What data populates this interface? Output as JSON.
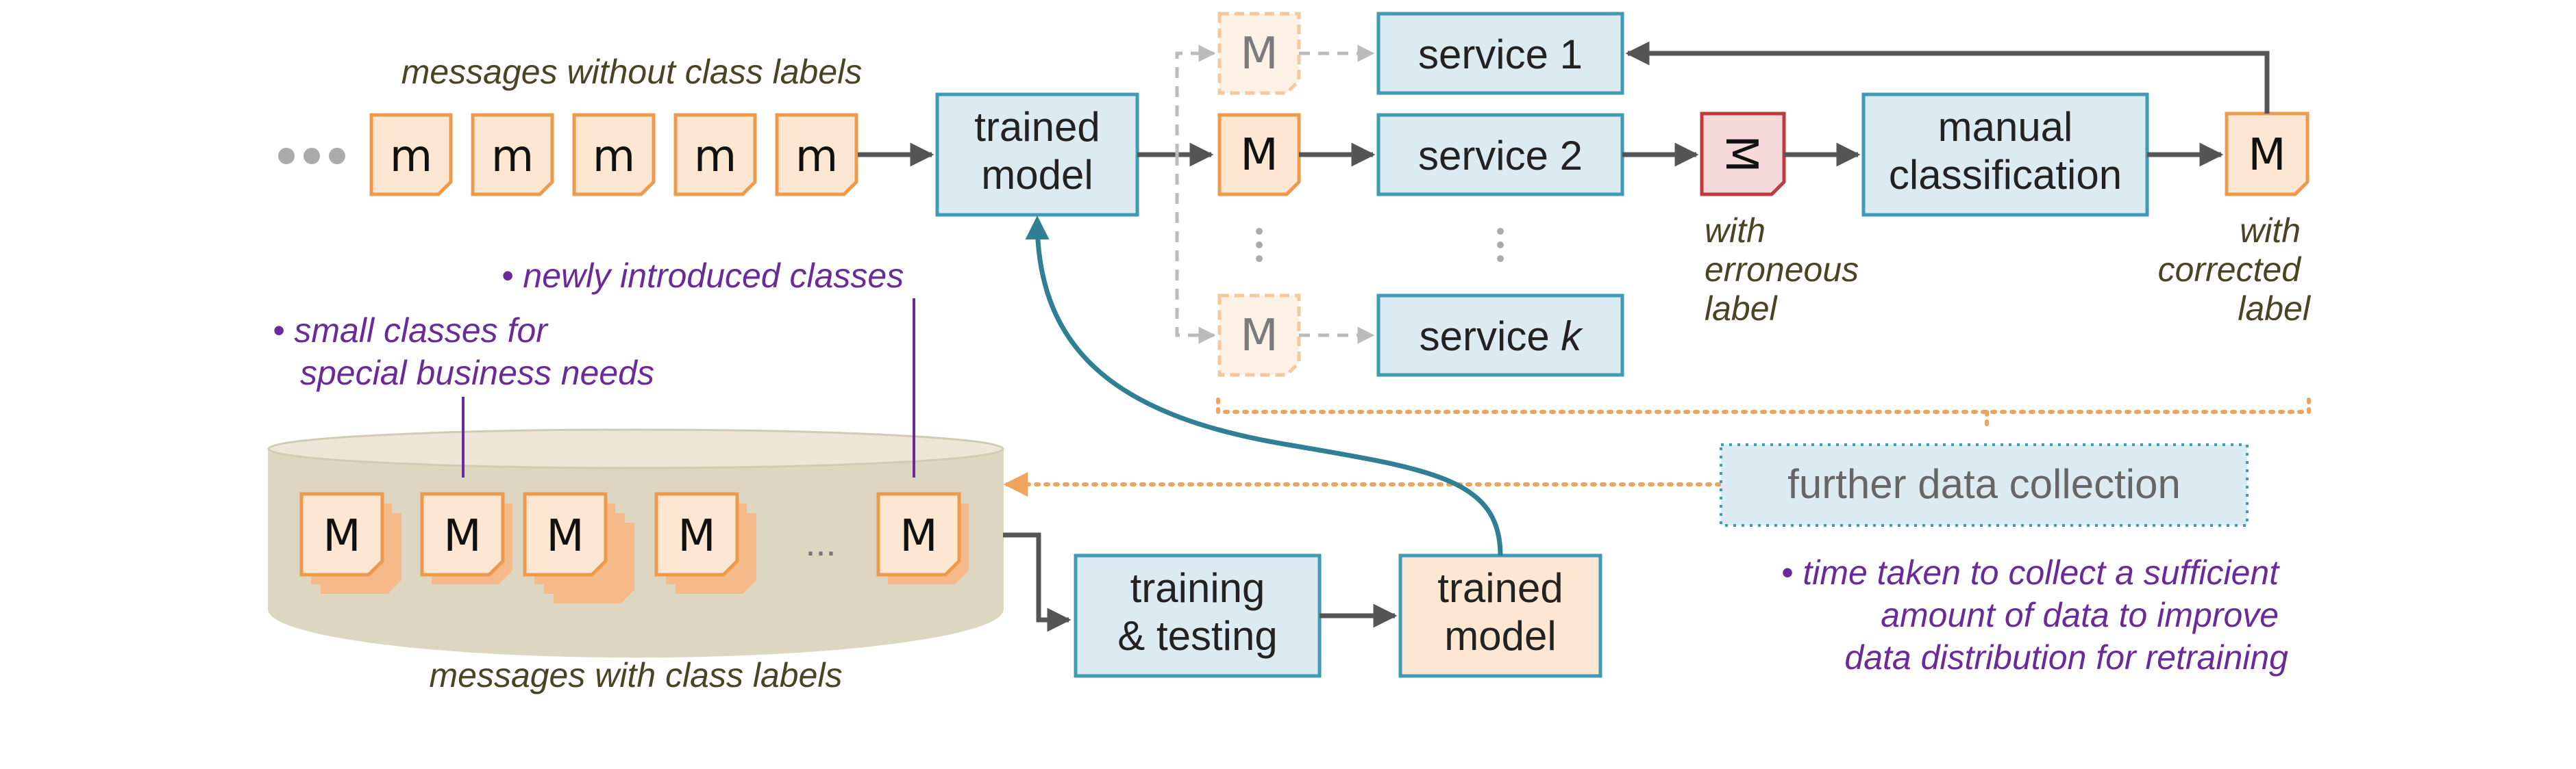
{
  "colors": {
    "box_blue_fill": "#dcebf2",
    "box_blue_stroke": "#3f9ab5",
    "doc_fill": "#fde6d2",
    "doc_stroke": "#ee9a4d",
    "doc_shadow": "#f6b98a",
    "error_fill": "#f6d9da",
    "error_stroke": "#c0393d",
    "purple": "#6b2a9a",
    "olive": "#4a4426",
    "teal_arrow": "#2f7f95",
    "orange_dotted": "#f0a35d",
    "db_fill": "#ddd6c1"
  },
  "icons": {
    "ellipsis": "more-dots-icon",
    "vertical_ellipsis": "vertical-dots-icon"
  },
  "top_row": {
    "label_unlabeled": "messages without class labels",
    "lowercase_m": "m",
    "incoming_count": 5,
    "trained_model": [
      "trained",
      "model"
    ]
  },
  "services": {
    "doc_M": "M",
    "service1": "service 1",
    "service2": "service 2",
    "service_k_prefix": "service ",
    "service_k_var": "k"
  },
  "correction": {
    "erroneous_doc": "M",
    "erroneous_label": [
      "with",
      "erroneous",
      "label"
    ],
    "manual": [
      "manual",
      "classification"
    ],
    "corrected_doc": "M",
    "corrected_label": [
      "with",
      "corrected",
      "label"
    ]
  },
  "annotations": {
    "new_classes": "• newly introduced classes",
    "small_classes": [
      "• small classes for",
      "special business needs"
    ],
    "time_taken": [
      "• time taken to collect a sufficient",
      "amount of data to improve",
      "data distribution for retraining"
    ]
  },
  "database": {
    "doc_M": "M",
    "ellipsis": "...",
    "label": "messages with class labels"
  },
  "bottom_row": {
    "training": [
      "training",
      "& testing"
    ],
    "trained_model": [
      "trained",
      "model"
    ],
    "further": "further data collection"
  }
}
